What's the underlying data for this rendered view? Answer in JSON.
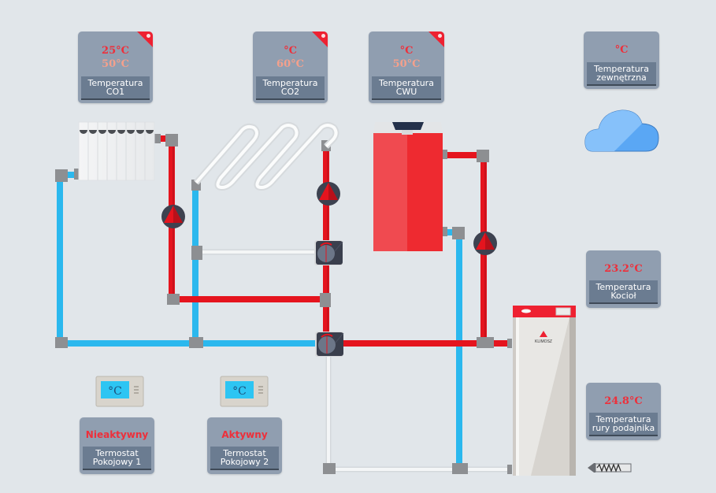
{
  "colors": {
    "background": "#e1e6ea",
    "hot_pipe": "#e5141e",
    "cold_pipe": "#2bb8ee",
    "neutral_pipe": "#f2f4f5",
    "card": "#909eb0",
    "card_label": "#6b7c91",
    "value_red": "#ee2f3a",
    "value_set": "#f4a08c"
  },
  "sensors": {
    "co1": {
      "current": "25°C",
      "setpoint": "50°C",
      "label_line1": "Temperatura",
      "label_line2": "CO1",
      "alert": true
    },
    "co2": {
      "current": "°C",
      "setpoint": "60°C",
      "label_line1": "Temperatura",
      "label_line2": "CO2",
      "alert": true
    },
    "cwu": {
      "current": "°C",
      "setpoint": "50°C",
      "label_line1": "Temperatura",
      "label_line2": "CWU",
      "alert": true
    },
    "outdoor": {
      "current": "°C",
      "label_line1": "Temperatura",
      "label_line2": "zewnętrzna"
    },
    "boiler": {
      "current": "23.2°C",
      "label_line1": "Temperatura",
      "label_line2": "Kocioł"
    },
    "feeder": {
      "current": "24.8°C",
      "label_line1": "Temperatura",
      "label_line2": "rury podajnika"
    }
  },
  "thermostats": [
    {
      "status": "Nieaktywny",
      "label_line1": "Termostat",
      "label_line2": "Pokojowy 1",
      "display": "°C"
    },
    {
      "status": "Aktywny",
      "label_line1": "Termostat",
      "label_line2": "Pokojowy 2",
      "display": "°C"
    }
  ],
  "boiler": {
    "brand": "KLIMOSZ"
  },
  "icons": {
    "weather": "cloud-icon",
    "pump": "circulation-pump-icon",
    "valve": "mixing-valve-icon",
    "radiator": "radiator-icon",
    "floor_heating": "underfloor-heating-icon",
    "tank": "hot-water-tank-icon",
    "feeder": "screw-feeder-icon"
  }
}
